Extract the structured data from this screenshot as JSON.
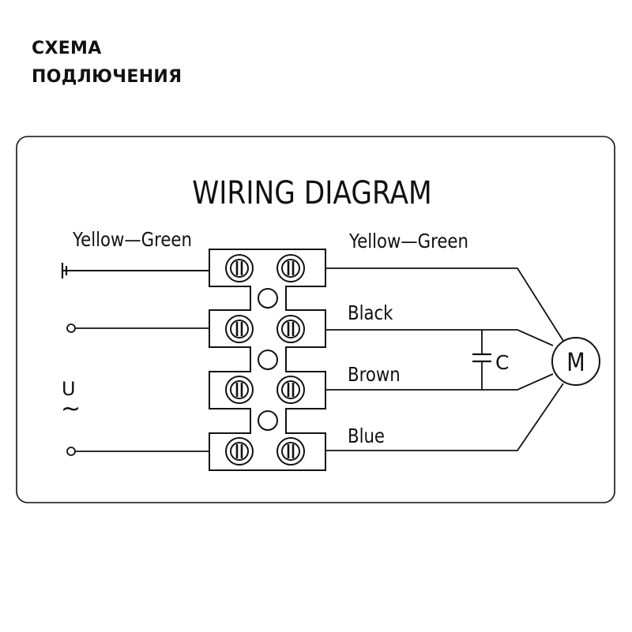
{
  "header": {
    "line1": "СХЕМА",
    "line2": "ПОДЛЮЧЕНИЯ"
  },
  "diagram": {
    "title": "WIRING DIAGRAM",
    "wire_labels": {
      "ground_left": "Yellow—Green",
      "ground_right": "Yellow—Green",
      "black": "Black",
      "brown": "Brown",
      "blue": "Blue"
    },
    "capacitor_label": "C",
    "motor_label": "M",
    "voltage_label": "U",
    "ac_symbol": "~"
  },
  "colors": {
    "ink": "#111111",
    "background": "#ffffff"
  }
}
